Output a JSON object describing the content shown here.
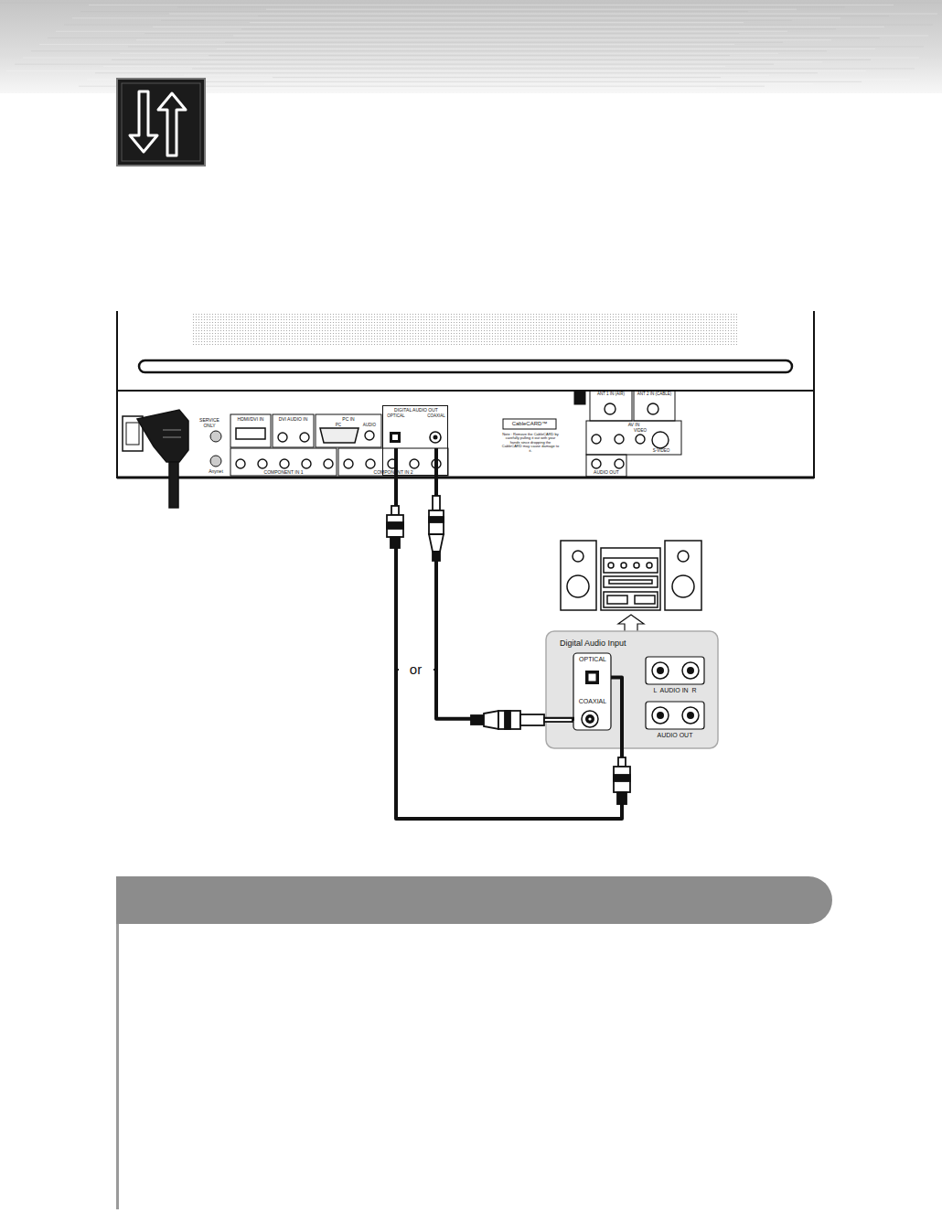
{
  "diagram": {
    "nodes": [
      {
        "text": [
          "DIGITAL AUDIO OUT"
        ]
      },
      {
        "text": [
          "OPTICAL"
        ],
        "in": 0
      },
      {
        "text": [
          "COAXIAL"
        ],
        "in": 0
      },
      {
        "text": [
          "Digital Audio Input"
        ]
      },
      {
        "text": [
          "OPTICAL"
        ],
        "in": 3
      },
      {
        "text": [
          "COAXIAL"
        ],
        "in": 3
      },
      {
        "text": [
          "L  AUDIO IN  R"
        ],
        "in": 3
      },
      {
        "text": [
          "AUDIO OUT"
        ],
        "in": 3
      }
    ],
    "edges": [
      {
        "from": 1,
        "to": 4,
        "arrow": "none"
      },
      {
        "from": 2,
        "to": 5,
        "arrow": "none"
      }
    ],
    "labels": [
      "SERVICE ONLY",
      "Anynet",
      "HDMI/DVI IN",
      "DVI AUDIO IN",
      "PC IN",
      "PC",
      "AUDIO",
      "COMPONENT IN 1",
      "COMPONENT IN 2",
      "CableCARD™",
      "Note : Remove the CableCARD by carefully pulling it out with your hands since dropping the CableCARD may cause damage to it.",
      "ANT 1 IN (AIR)",
      "ANT 2 IN (CABLE)",
      "AV IN",
      "VIDEO",
      "S-VIDEO",
      "AUDIO OUT",
      "or"
    ]
  }
}
